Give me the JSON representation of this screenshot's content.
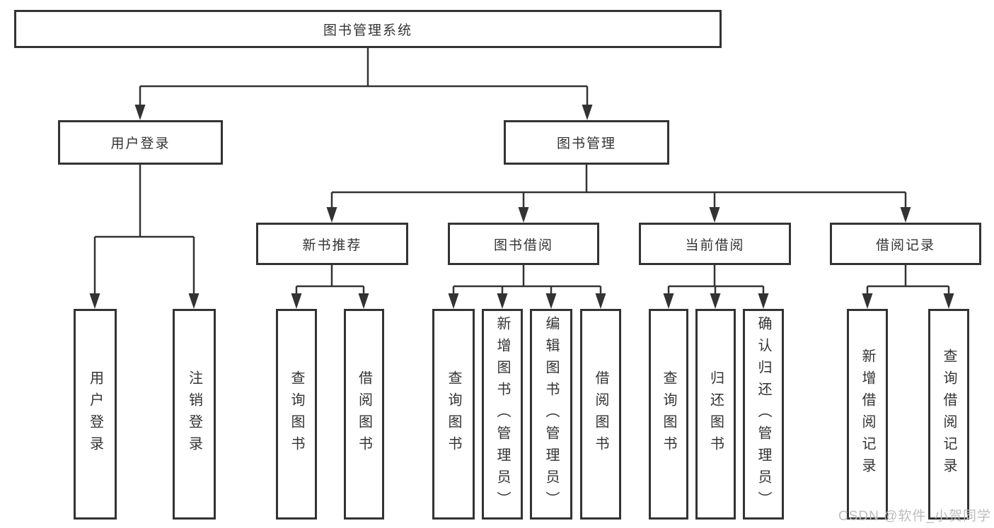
{
  "title": "图书管理系统",
  "tree": {
    "user_login": {
      "label": "用户登录",
      "children": [
        {
          "label": "用户登录"
        },
        {
          "label": "注销登录"
        }
      ]
    },
    "book_management": {
      "label": "图书管理",
      "groups": [
        {
          "label": "新书推荐",
          "children": [
            {
              "label": "查询图书"
            },
            {
              "label": "借阅图书"
            }
          ]
        },
        {
          "label": "图书借阅",
          "children": [
            {
              "label": "查询图书"
            },
            {
              "label": "新增图书（管理员）"
            },
            {
              "label": "编辑图书（管理员）"
            },
            {
              "label": "借阅图书"
            }
          ]
        },
        {
          "label": "当前借阅",
          "children": [
            {
              "label": "查询图书"
            },
            {
              "label": "归还图书"
            },
            {
              "label": "确认归还（管理员）"
            }
          ]
        },
        {
          "label": "借阅记录",
          "children": [
            {
              "label": "新增借阅记录"
            },
            {
              "label": "查询借阅记录"
            }
          ]
        }
      ]
    }
  },
  "watermark": "CSDN @软件_小贺同学",
  "colors": {
    "line": "#333333",
    "text": "#333333",
    "background": "#ffffff",
    "watermark": "#bdbdbd"
  }
}
